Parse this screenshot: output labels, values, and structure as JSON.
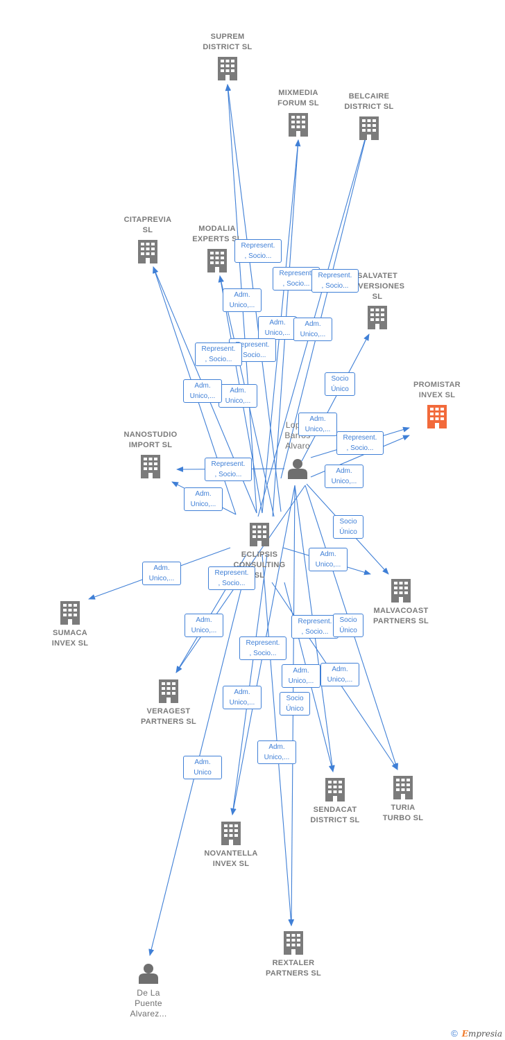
{
  "colors": {
    "edge": "#3f7fd6",
    "building": "#7b7b7b",
    "highlight": "#f26a3b",
    "person": "#6f6f6f"
  },
  "nodes": [
    {
      "id": "suprem",
      "label": "SUPREM\nDISTRICT  SL",
      "icon": "building-icon"
    },
    {
      "id": "mixmedia",
      "label": "MIXMEDIA\nFORUM  SL",
      "icon": "building-icon"
    },
    {
      "id": "belcaire",
      "label": "BELCAIRE\nDISTRICT  SL",
      "icon": "building-icon"
    },
    {
      "id": "citaprevia",
      "label": "CITAPREVIA\nSL",
      "icon": "building-icon"
    },
    {
      "id": "modalia",
      "label": "MODALIA\nEXPERTS  SL",
      "icon": "building-icon"
    },
    {
      "id": "salvatet",
      "label": "SALVATET\nINVERSIONES\nSL",
      "icon": "building-icon"
    },
    {
      "id": "promistar",
      "label": "PROMISTAR\nINVEX  SL",
      "icon": "building-icon",
      "highlight": true
    },
    {
      "id": "nanostudio",
      "label": "NANOSTUDIO\nIMPORT  SL",
      "icon": "building-icon"
    },
    {
      "id": "lopez",
      "label": "Lopez\nBarros\nAlvaro",
      "icon": "person-icon"
    },
    {
      "id": "eclipsis",
      "label": "ECLIPSIS\nCONSULTING\nSL",
      "icon": "building-icon"
    },
    {
      "id": "sumaca",
      "label": "SUMACA\nINVEX  SL",
      "icon": "building-icon"
    },
    {
      "id": "malvacoast",
      "label": "MALVACOAST\nPARTNERS  SL",
      "icon": "building-icon"
    },
    {
      "id": "veragest",
      "label": "VERAGEST\nPARTNERS  SL",
      "icon": "building-icon"
    },
    {
      "id": "sendacat",
      "label": "SENDACAT\nDISTRICT  SL",
      "icon": "building-icon"
    },
    {
      "id": "turia",
      "label": "TURIA\nTURBO  SL",
      "icon": "building-icon"
    },
    {
      "id": "novantella",
      "label": "NOVANTELLA\nINVEX  SL",
      "icon": "building-icon"
    },
    {
      "id": "rextaler",
      "label": "REXTALER\nPARTNERS  SL",
      "icon": "building-icon"
    },
    {
      "id": "delapuente",
      "label": "De La\nPuente\nAlvarez...",
      "icon": "person-icon"
    }
  ],
  "edge_labels": [
    "Represent.\n, Socio...",
    "Represent.\n, Socio...",
    "Represent.\n, Socio...",
    "Adm.\nUnico,...",
    "Adm.\nUnico,...",
    "Adm.\nUnico,...",
    "Represent.\n, Socio...",
    "Represent.\n, Socio...",
    "Adm.\nUnico,...",
    "Adm.\nUnico,...",
    "Socio\nÚnico",
    "Adm.\nUnico,...",
    "Represent.\n, Socio...",
    "Represent.\n, Socio...",
    "Adm.\nUnico,...",
    "Adm.\nUnico,...",
    "Socio\nÚnico",
    "Adm.\nUnico,...",
    "Adm.\nUnico,...",
    "Represent.\n, Socio...",
    "Adm.\nUnico,...",
    "Represent.\n, Socio...",
    "Socio\nÚnico",
    "Represent.\n, Socio...",
    "Adm.\nUnico,...",
    "Adm.\nUnico,...",
    "Adm.\nUnico,...",
    "Socio\nÚnico",
    "Adm.\nUnico",
    "Adm.\nUnico,..."
  ],
  "footer": {
    "copyright": "©",
    "brand_first": "E",
    "brand_rest": "mpresia"
  }
}
